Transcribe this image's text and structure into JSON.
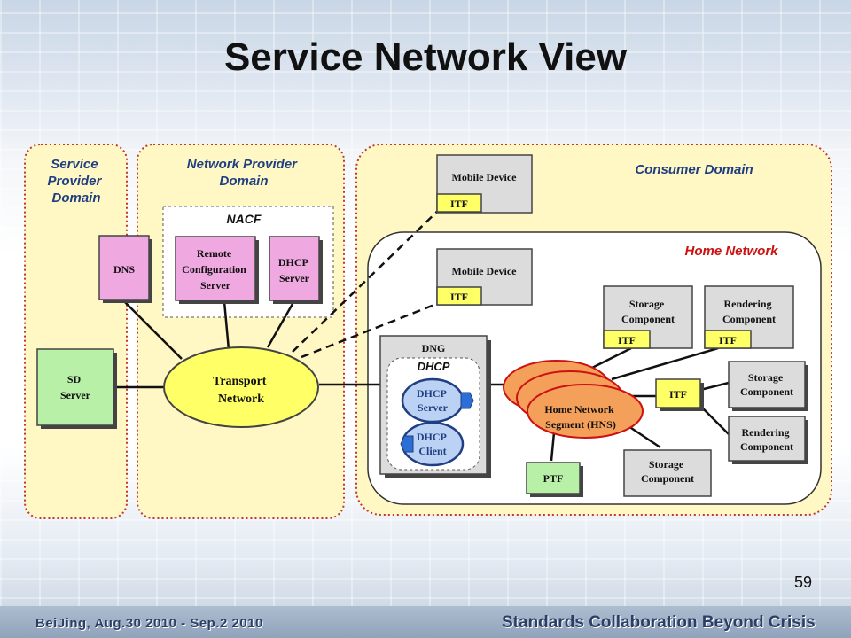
{
  "slide": {
    "title": "Service Network View",
    "page_number": "59",
    "footer_left": "BeiJing,   Aug.30 2010 - Sep.2 2010",
    "footer_right": "Standards Collaboration Beyond Crisis"
  },
  "diagram": {
    "domains": {
      "service_provider": [
        "Service",
        "Provider",
        "Domain"
      ],
      "network_provider": [
        "Network Provider",
        "Domain"
      ],
      "consumer": "Consumer Domain",
      "home_network": "Home Network",
      "nacf": "NACF"
    },
    "nodes": {
      "dns": "DNS",
      "remote_config": [
        "Remote",
        "Configuration",
        "Server"
      ],
      "dhcp_server_nacf": [
        "DHCP",
        "Server"
      ],
      "sd_server": [
        "SD",
        "Server"
      ],
      "transport": [
        "Transport",
        "Network"
      ],
      "mobile_device_1": "Mobile Device",
      "itf_mobile_1": "ITF",
      "mobile_device_2": "Mobile Device",
      "itf_mobile_2": "ITF",
      "dng": "DNG",
      "dng_dhcp": "DHCP",
      "dng_dhcp_server": [
        "DHCP",
        "Server"
      ],
      "dng_dhcp_client": [
        "DHCP",
        "Client"
      ],
      "hns": [
        "Home Network",
        "Segment (HNS)"
      ],
      "storage_1": [
        "Storage",
        "Component"
      ],
      "itf_storage_1": "ITF",
      "rendering_1": [
        "Rendering",
        "Component"
      ],
      "itf_rendering_1": "ITF",
      "itf_center": "ITF",
      "storage_2": [
        "Storage",
        "Component"
      ],
      "rendering_2": [
        "Rendering",
        "Component"
      ],
      "ptf": "PTF",
      "storage_3": [
        "Storage",
        "Component"
      ]
    },
    "colors": {
      "domain_fill": "#fff8c4",
      "domain_border": "#c0392b",
      "pink_box": "#f0a8e0",
      "green_box": "#b8f0a8",
      "grey_box": "#dcdcdc",
      "itf_fill": "#ffff66",
      "transport_fill": "#ffff66",
      "hns_fill": "#f5a05a",
      "dhcp_ellipse_fill": "#bcd2f5",
      "accent_red": "#cc1111"
    }
  }
}
